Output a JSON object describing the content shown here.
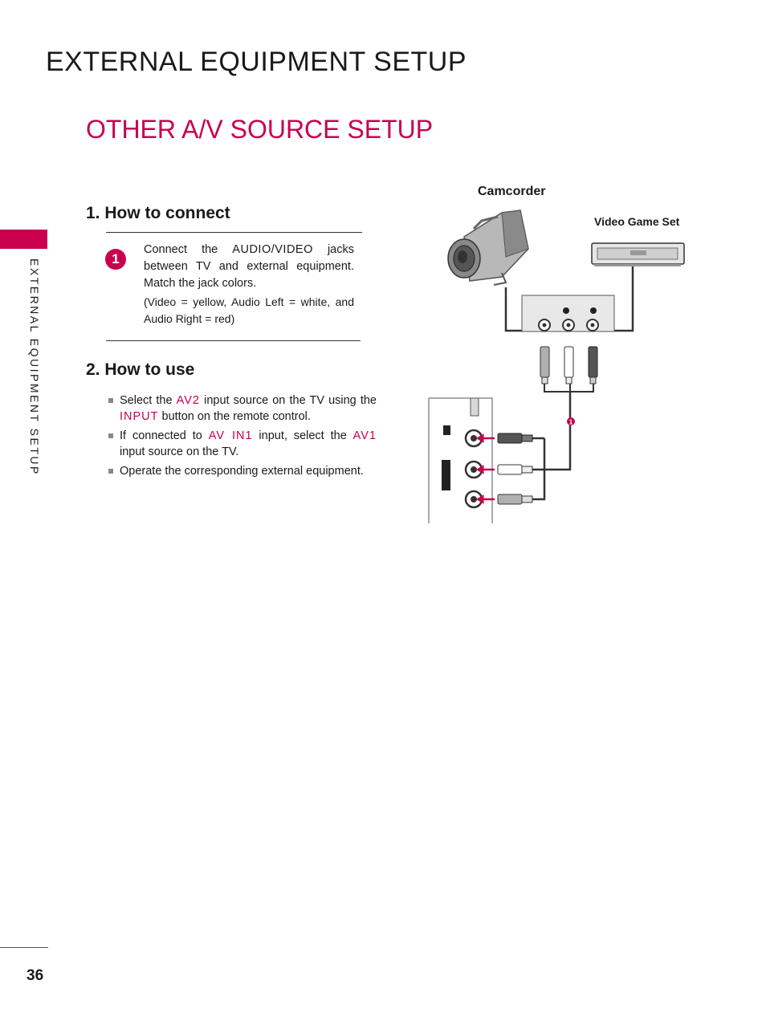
{
  "header": "EXTERNAL EQUIPMENT SETUP",
  "section_title": "OTHER A/V SOURCE SETUP",
  "side_label": "EXTERNAL EQUIPMENT SETUP",
  "connect": {
    "heading": "1. How to connect",
    "step_number": "1",
    "text_before": "Connect the ",
    "highlight": "AUDIO/VIDEO",
    "text_after": " jacks between TV and external equipment. Match the jack colors.",
    "note": "(Video = yellow, Audio Left = white, and Audio Right = red)"
  },
  "use": {
    "heading": "2. How to use",
    "items": [
      {
        "a": "Select the ",
        "h1": "AV2",
        "b": " input source on the TV using the ",
        "h2": "INPUT",
        "c": " button on the remote control."
      },
      {
        "a": "If connected to ",
        "h1": "AV IN1",
        "b": " input, select the ",
        "h2": "AV1",
        "c": " input source on the TV."
      },
      {
        "a": "Operate the corresponding external equipment.",
        "h1": "",
        "b": "",
        "h2": "",
        "c": ""
      }
    ]
  },
  "diagram": {
    "camcorder_label": "Camcorder",
    "game_label": "Video Game Set",
    "marker": "1",
    "accent": "#c8004e"
  },
  "page_number": "36"
}
